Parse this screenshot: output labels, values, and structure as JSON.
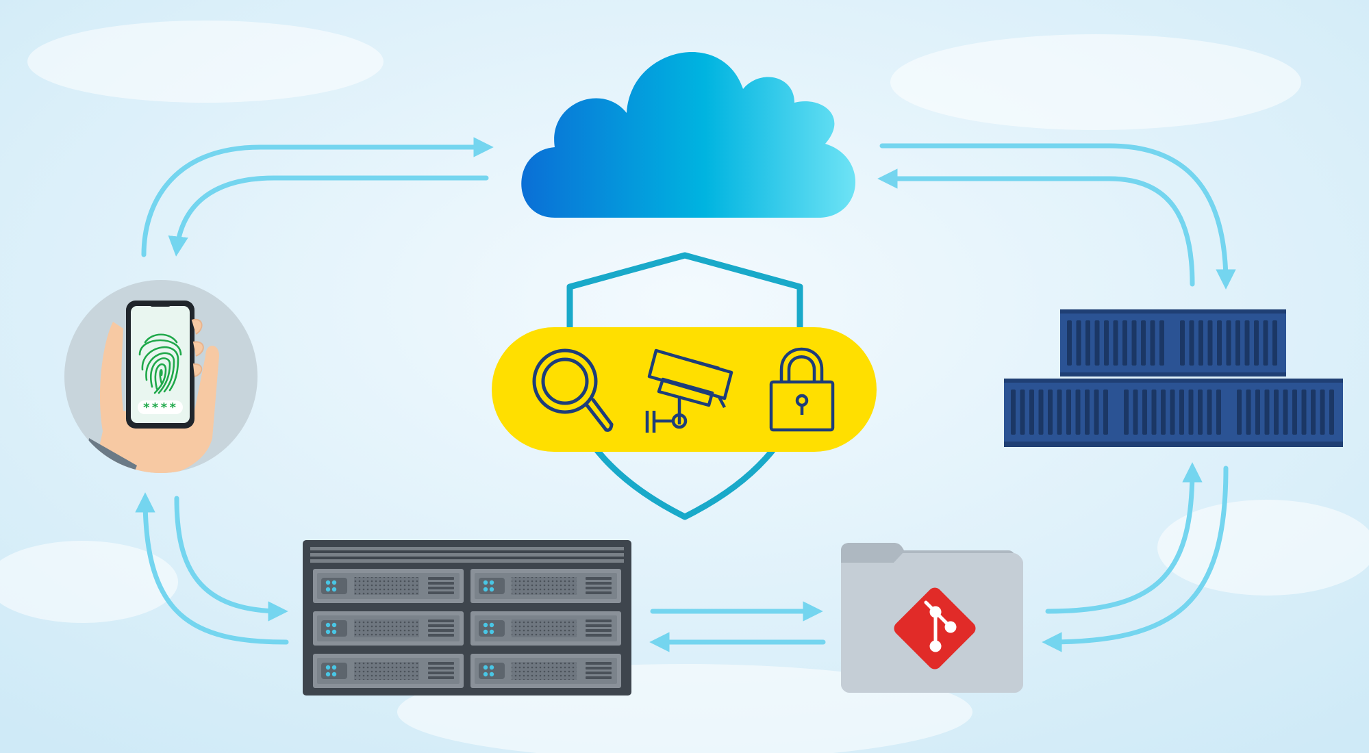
{
  "diagram": {
    "phone_pin": "****",
    "colors": {
      "background": "#e6f4fb",
      "arrow": "#74d5ef",
      "cloud_start": "#0a6fd6",
      "cloud_mid": "#00b4e0",
      "cloud_end": "#6ee3f5",
      "shield": "#19a9c9",
      "security_pill": "#ffdf00",
      "security_icons": "#1d3d7a",
      "container_blue": "#2b5394",
      "server_rack": "#3e454d",
      "folder": "#c5ced6",
      "git_logo": "#e12b28",
      "fingerprint": "#1fa84a"
    },
    "nodes": [
      {
        "id": "cloud",
        "icon": "cloud-icon"
      },
      {
        "id": "mobile",
        "icon": "smartphone-fingerprint-icon"
      },
      {
        "id": "containers",
        "icon": "shipping-containers-icon"
      },
      {
        "id": "servers",
        "icon": "server-rack-icon"
      },
      {
        "id": "repository",
        "icon": "git-folder-icon"
      },
      {
        "id": "security",
        "icon": "shield-icon",
        "badges": [
          "magnifier-icon",
          "security-camera-icon",
          "padlock-icon"
        ]
      }
    ],
    "connections": [
      {
        "from": "mobile",
        "to": "cloud",
        "bidirectional": true
      },
      {
        "from": "cloud",
        "to": "containers",
        "bidirectional": true
      },
      {
        "from": "mobile",
        "to": "servers",
        "bidirectional": true
      },
      {
        "from": "servers",
        "to": "repository",
        "bidirectional": true
      },
      {
        "from": "repository",
        "to": "containers",
        "bidirectional": true
      }
    ]
  }
}
